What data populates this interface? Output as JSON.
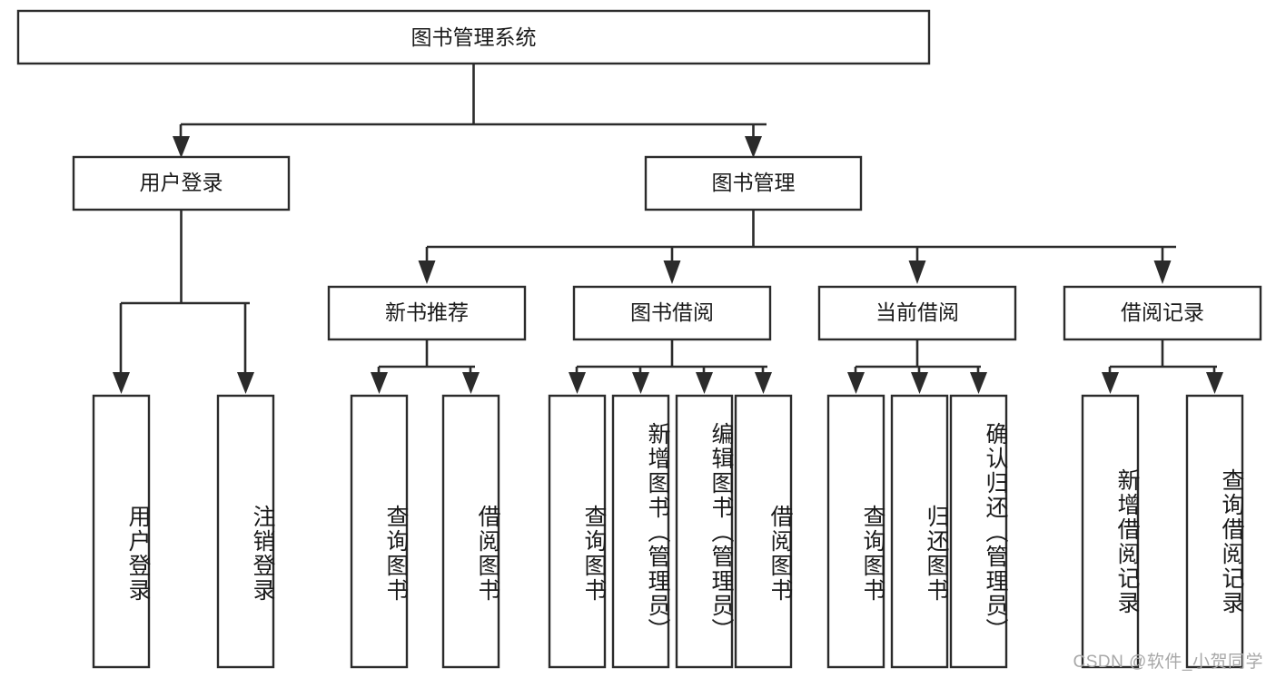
{
  "diagram": {
    "title": "图书管理系统",
    "type": "hierarchy-tree",
    "orientation": "top-down",
    "colors": {
      "box_fill": "#ffffff",
      "box_stroke": "#2b2b2b",
      "connector": "#2b2b2b",
      "text": "#1a1a1a",
      "watermark": "#a8a8a8",
      "background": "#ffffff"
    },
    "root": {
      "label": "图书管理系统"
    },
    "level2": [
      {
        "id": "user-login",
        "label": "用户登录"
      },
      {
        "id": "book-management",
        "label": "图书管理"
      }
    ],
    "level3": [
      {
        "id": "new-book-recommend",
        "label": "新书推荐",
        "parent": "book-management"
      },
      {
        "id": "book-borrow",
        "label": "图书借阅",
        "parent": "book-management"
      },
      {
        "id": "current-borrow",
        "label": "当前借阅",
        "parent": "book-management"
      },
      {
        "id": "borrow-record",
        "label": "借阅记录",
        "parent": "book-management"
      }
    ],
    "leaves": {
      "user-login": [
        {
          "id": "leaf-user-login",
          "label": "用户登录"
        },
        {
          "id": "leaf-logout-login",
          "label": "注销登录"
        }
      ],
      "new-book-recommend": [
        {
          "id": "leaf-query-book-1",
          "label": "查询图书"
        },
        {
          "id": "leaf-borrow-book-1",
          "label": "借阅图书"
        }
      ],
      "book-borrow": [
        {
          "id": "leaf-query-book-2",
          "label": "查询图书"
        },
        {
          "id": "leaf-add-book",
          "label": "新增图书（管理员）"
        },
        {
          "id": "leaf-edit-book",
          "label": "编辑图书（管理员）"
        },
        {
          "id": "leaf-borrow-book-2",
          "label": "借阅图书"
        }
      ],
      "current-borrow": [
        {
          "id": "leaf-query-book-3",
          "label": "查询图书"
        },
        {
          "id": "leaf-return-book",
          "label": "归还图书"
        },
        {
          "id": "leaf-confirm-return",
          "label": "确认归还（管理员）"
        }
      ],
      "borrow-record": [
        {
          "id": "leaf-add-record",
          "label": "新增借阅记录"
        },
        {
          "id": "leaf-query-record",
          "label": "查询借阅记录"
        }
      ]
    }
  },
  "watermark": {
    "text": "CSDN @软件_小贺同学"
  }
}
